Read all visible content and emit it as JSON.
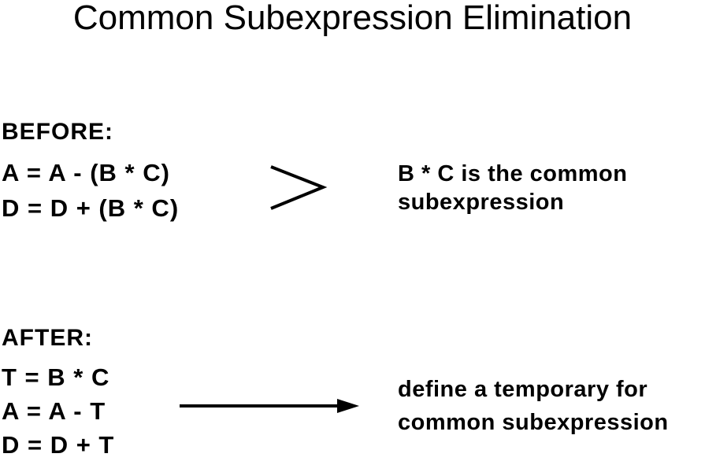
{
  "title": "Common Subexpression Elimination",
  "before": {
    "label": "BEFORE:",
    "lines": [
      "A = A - (B * C)",
      "D = D + (B * C)"
    ],
    "note": [
      "B * C is the common",
      "subexpression"
    ]
  },
  "after": {
    "label": "AFTER:",
    "lines": [
      "T = B * C",
      "A = A - T",
      "D = D + T"
    ],
    "note": [
      "define a temporary for",
      "common subexpression"
    ]
  }
}
